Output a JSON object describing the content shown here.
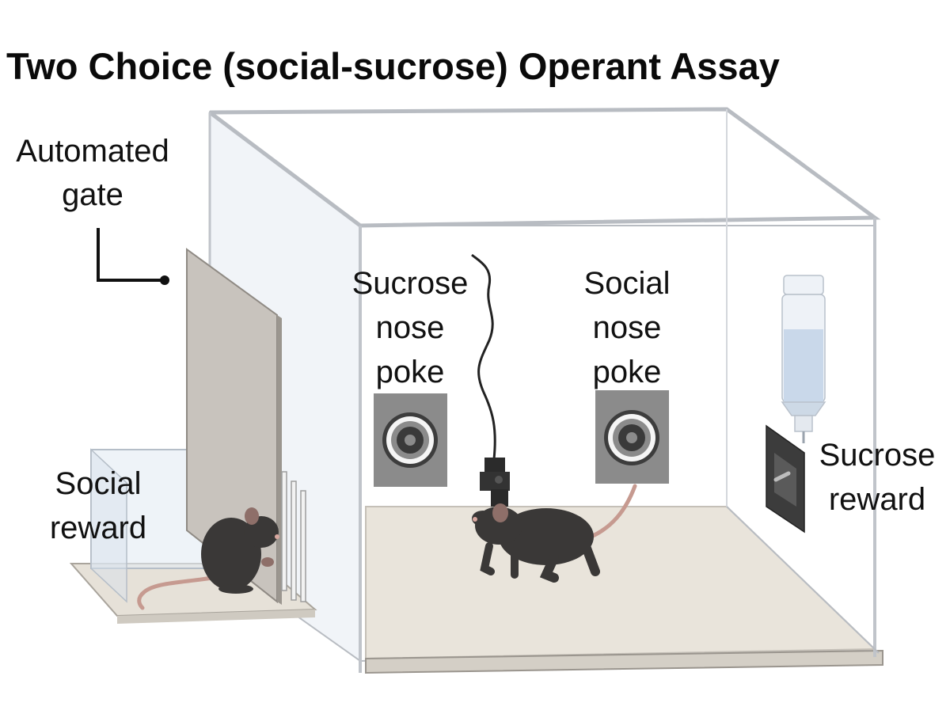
{
  "title": "Two Choice (social-sucrose) Operant Assay",
  "labels": {
    "automated_gate": [
      "Automated",
      "gate"
    ],
    "sucrose_nose_poke": [
      "Sucrose",
      "nose",
      "poke"
    ],
    "social_nose_poke": [
      "Social",
      "nose",
      "poke"
    ],
    "sucrose_reward": [
      "Sucrose",
      "reward"
    ],
    "social_reward": [
      "Social",
      "reward"
    ]
  },
  "colors": {
    "text": "#111111",
    "mouse": "#3a3837",
    "floor": "#e8e3da",
    "gate": "#c7c2bc",
    "poke_panel": "#8a8a8a",
    "water": "#c9d8ea"
  }
}
